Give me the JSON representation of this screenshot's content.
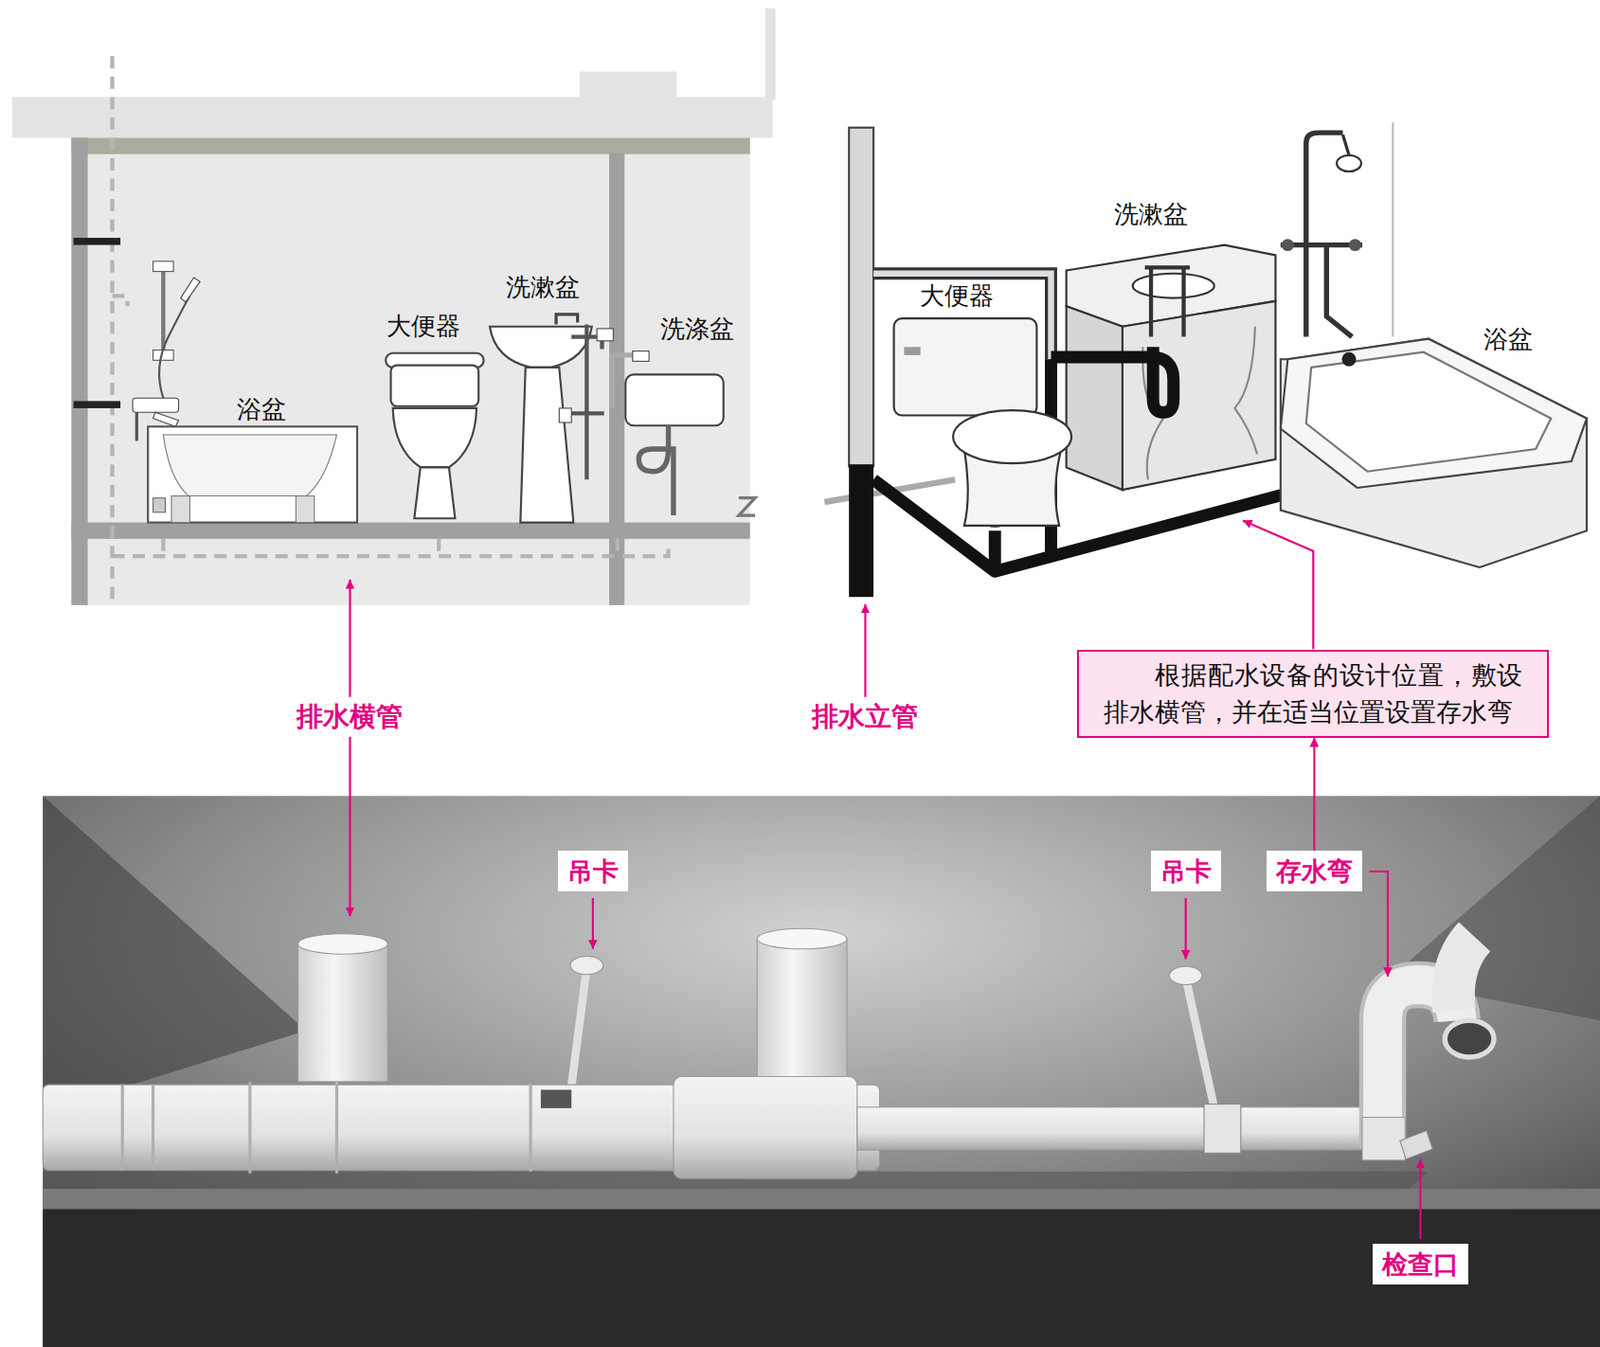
{
  "diagram": {
    "nodes": [
      {
        "text": [
          "根据配水设备的设计位置，敷设排水横管，并在适当位置设置存水弯"
        ]
      },
      {
        "text": [
          "吊卡"
        ]
      },
      {
        "text": [
          "吊卡"
        ]
      },
      {
        "text": [
          "存水弯"
        ]
      },
      {
        "text": [
          "检查口"
        ]
      }
    ],
    "edges": [
      {
        "from": 3,
        "to": 0,
        "arrow": "to"
      }
    ],
    "labels": [
      "洗漱盆",
      "大便器",
      "洗涤盆",
      "浴盆",
      "洗漱盆",
      "大便器",
      "浴盆",
      "排水横管",
      "排水立管"
    ]
  }
}
